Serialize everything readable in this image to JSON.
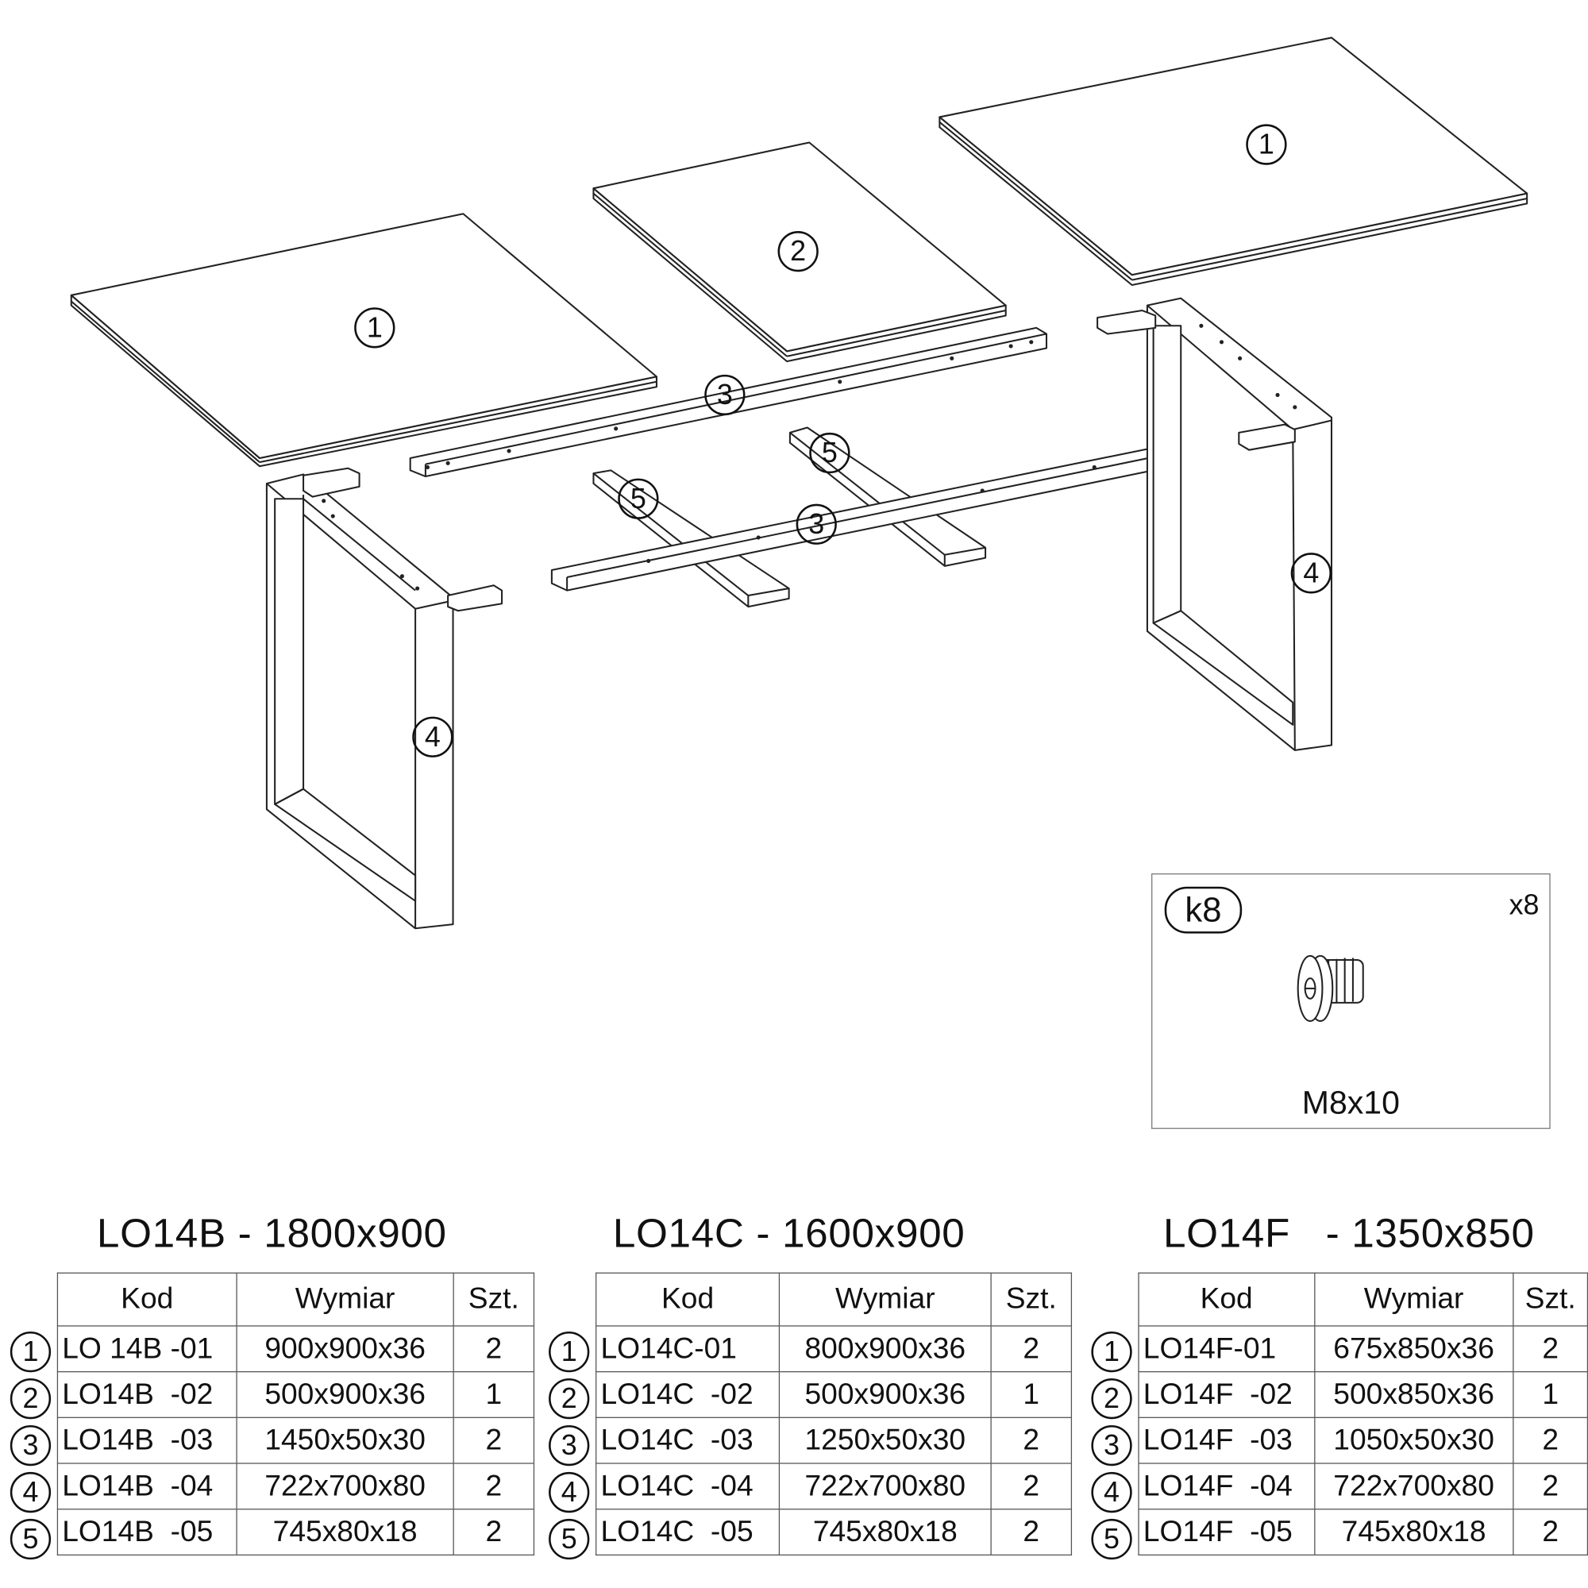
{
  "diagram": {
    "part_labels": [
      "1",
      "2",
      "1",
      "3",
      "3",
      "5",
      "5",
      "4",
      "4"
    ],
    "hardware": {
      "code": "k8",
      "quantity": "x8",
      "size": "M8x10"
    }
  },
  "tables": [
    {
      "title": "LO14B - 1800x900",
      "headers": [
        "Kod",
        "Wymiar",
        "Szt."
      ],
      "rows": [
        {
          "marker": "1",
          "code": "LO 14B -01",
          "dim": "900x900x36",
          "qty": "2"
        },
        {
          "marker": "2",
          "code": "LO14B  -02",
          "dim": "500x900x36",
          "qty": "1"
        },
        {
          "marker": "3",
          "code": "LO14B  -03",
          "dim": "1450x50x30",
          "qty": "2"
        },
        {
          "marker": "4",
          "code": "LO14B  -04",
          "dim": "722x700x80",
          "qty": "2"
        },
        {
          "marker": "5",
          "code": "LO14B  -05",
          "dim": "745x80x18",
          "qty": "2"
        }
      ]
    },
    {
      "title": "LO14C - 1600x900",
      "headers": [
        "Kod",
        "Wymiar",
        "Szt."
      ],
      "rows": [
        {
          "marker": "1",
          "code": "LO14C-01",
          "dim": "800x900x36",
          "qty": "2"
        },
        {
          "marker": "2",
          "code": "LO14C  -02",
          "dim": "500x900x36",
          "qty": "1"
        },
        {
          "marker": "3",
          "code": "LO14C  -03",
          "dim": "1250x50x30",
          "qty": "2"
        },
        {
          "marker": "4",
          "code": "LO14C  -04",
          "dim": "722x700x80",
          "qty": "2"
        },
        {
          "marker": "5",
          "code": "LO14C  -05",
          "dim": "745x80x18",
          "qty": "2"
        }
      ]
    },
    {
      "title": "LO14F   - 1350x850",
      "headers": [
        "Kod",
        "Wymiar",
        "Szt."
      ],
      "rows": [
        {
          "marker": "1",
          "code": "LO14F-01",
          "dim": "675x850x36",
          "qty": "2"
        },
        {
          "marker": "2",
          "code": "LO14F  -02",
          "dim": "500x850x36",
          "qty": "1"
        },
        {
          "marker": "3",
          "code": "LO14F  -03",
          "dim": "1050x50x30",
          "qty": "2"
        },
        {
          "marker": "4",
          "code": "LO14F  -04",
          "dim": "722x700x80",
          "qty": "2"
        },
        {
          "marker": "5",
          "code": "LO14F  -05",
          "dim": "745x80x18",
          "qty": "2"
        }
      ]
    }
  ]
}
